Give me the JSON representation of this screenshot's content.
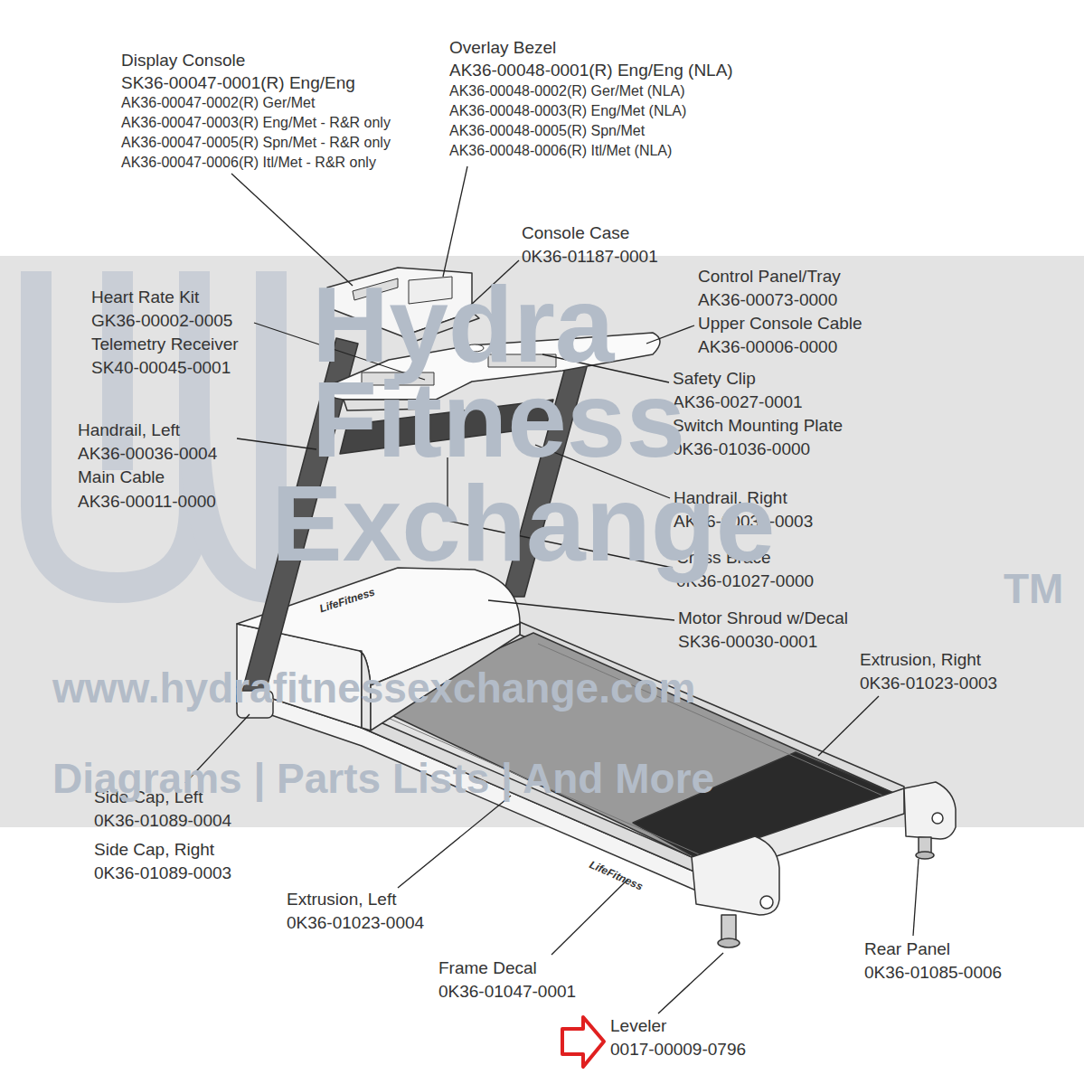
{
  "diagram": {
    "labels": [
      "Display Console",
      "SK36-00047-0001(R) Eng/Eng",
      "AK36-00047-0002(R) Ger/Met",
      "AK36-00047-0003(R) Eng/Met - R&R only",
      "AK36-00047-0005(R) Spn/Met - R&R only",
      "AK36-00047-0006(R) Itl/Met - R&R only",
      "Overlay Bezel",
      "AK36-00048-0001(R) Eng/Eng (NLA)",
      "AK36-00048-0002(R) Ger/Met (NLA)",
      "AK36-00048-0003(R) Eng/Met (NLA)",
      "AK36-00048-0005(R) Spn/Met",
      "AK36-00048-0006(R) Itl/Met (NLA)",
      "Console Case",
      "0K36-01187-0001",
      "Control Panel/Tray",
      "AK36-00073-0000",
      "Upper Console Cable",
      "AK36-00006-0000",
      "Heart Rate Kit",
      "GK36-00002-0005",
      "Telemetry Receiver",
      "SK40-00045-0001",
      "Safety Clip",
      "AK36-0027-0001",
      "Switch Mounting Plate",
      "0K36-01036-0000",
      "Handrail, Left",
      "AK36-00036-0004",
      "Main Cable",
      "AK36-00011-0000",
      "Handrail, Right",
      "AK36-00036-0003",
      "Cross Brace",
      "0K36-01027-0000",
      "Motor Shroud w/Decal",
      "SK36-00030-0001",
      "Extrusion, Right",
      "0K36-01023-0003",
      "Side Cap, Left",
      "0K36-01089-0004",
      "Side Cap, Right",
      "0K36-01089-0003",
      "Extrusion, Left",
      "0K36-01023-0004",
      "Frame Decal",
      "0K36-01047-0001",
      "Rear Panel",
      "0K36-01085-0006",
      "Leveler",
      "0017-00009-0796",
      "LifeFitness",
      "LifeFitness",
      "Hydra",
      "Fitness",
      "Exchange",
      "TM",
      "www.hydrafitnessexchange.com",
      "Diagrams | Parts Lists | And More"
    ]
  }
}
